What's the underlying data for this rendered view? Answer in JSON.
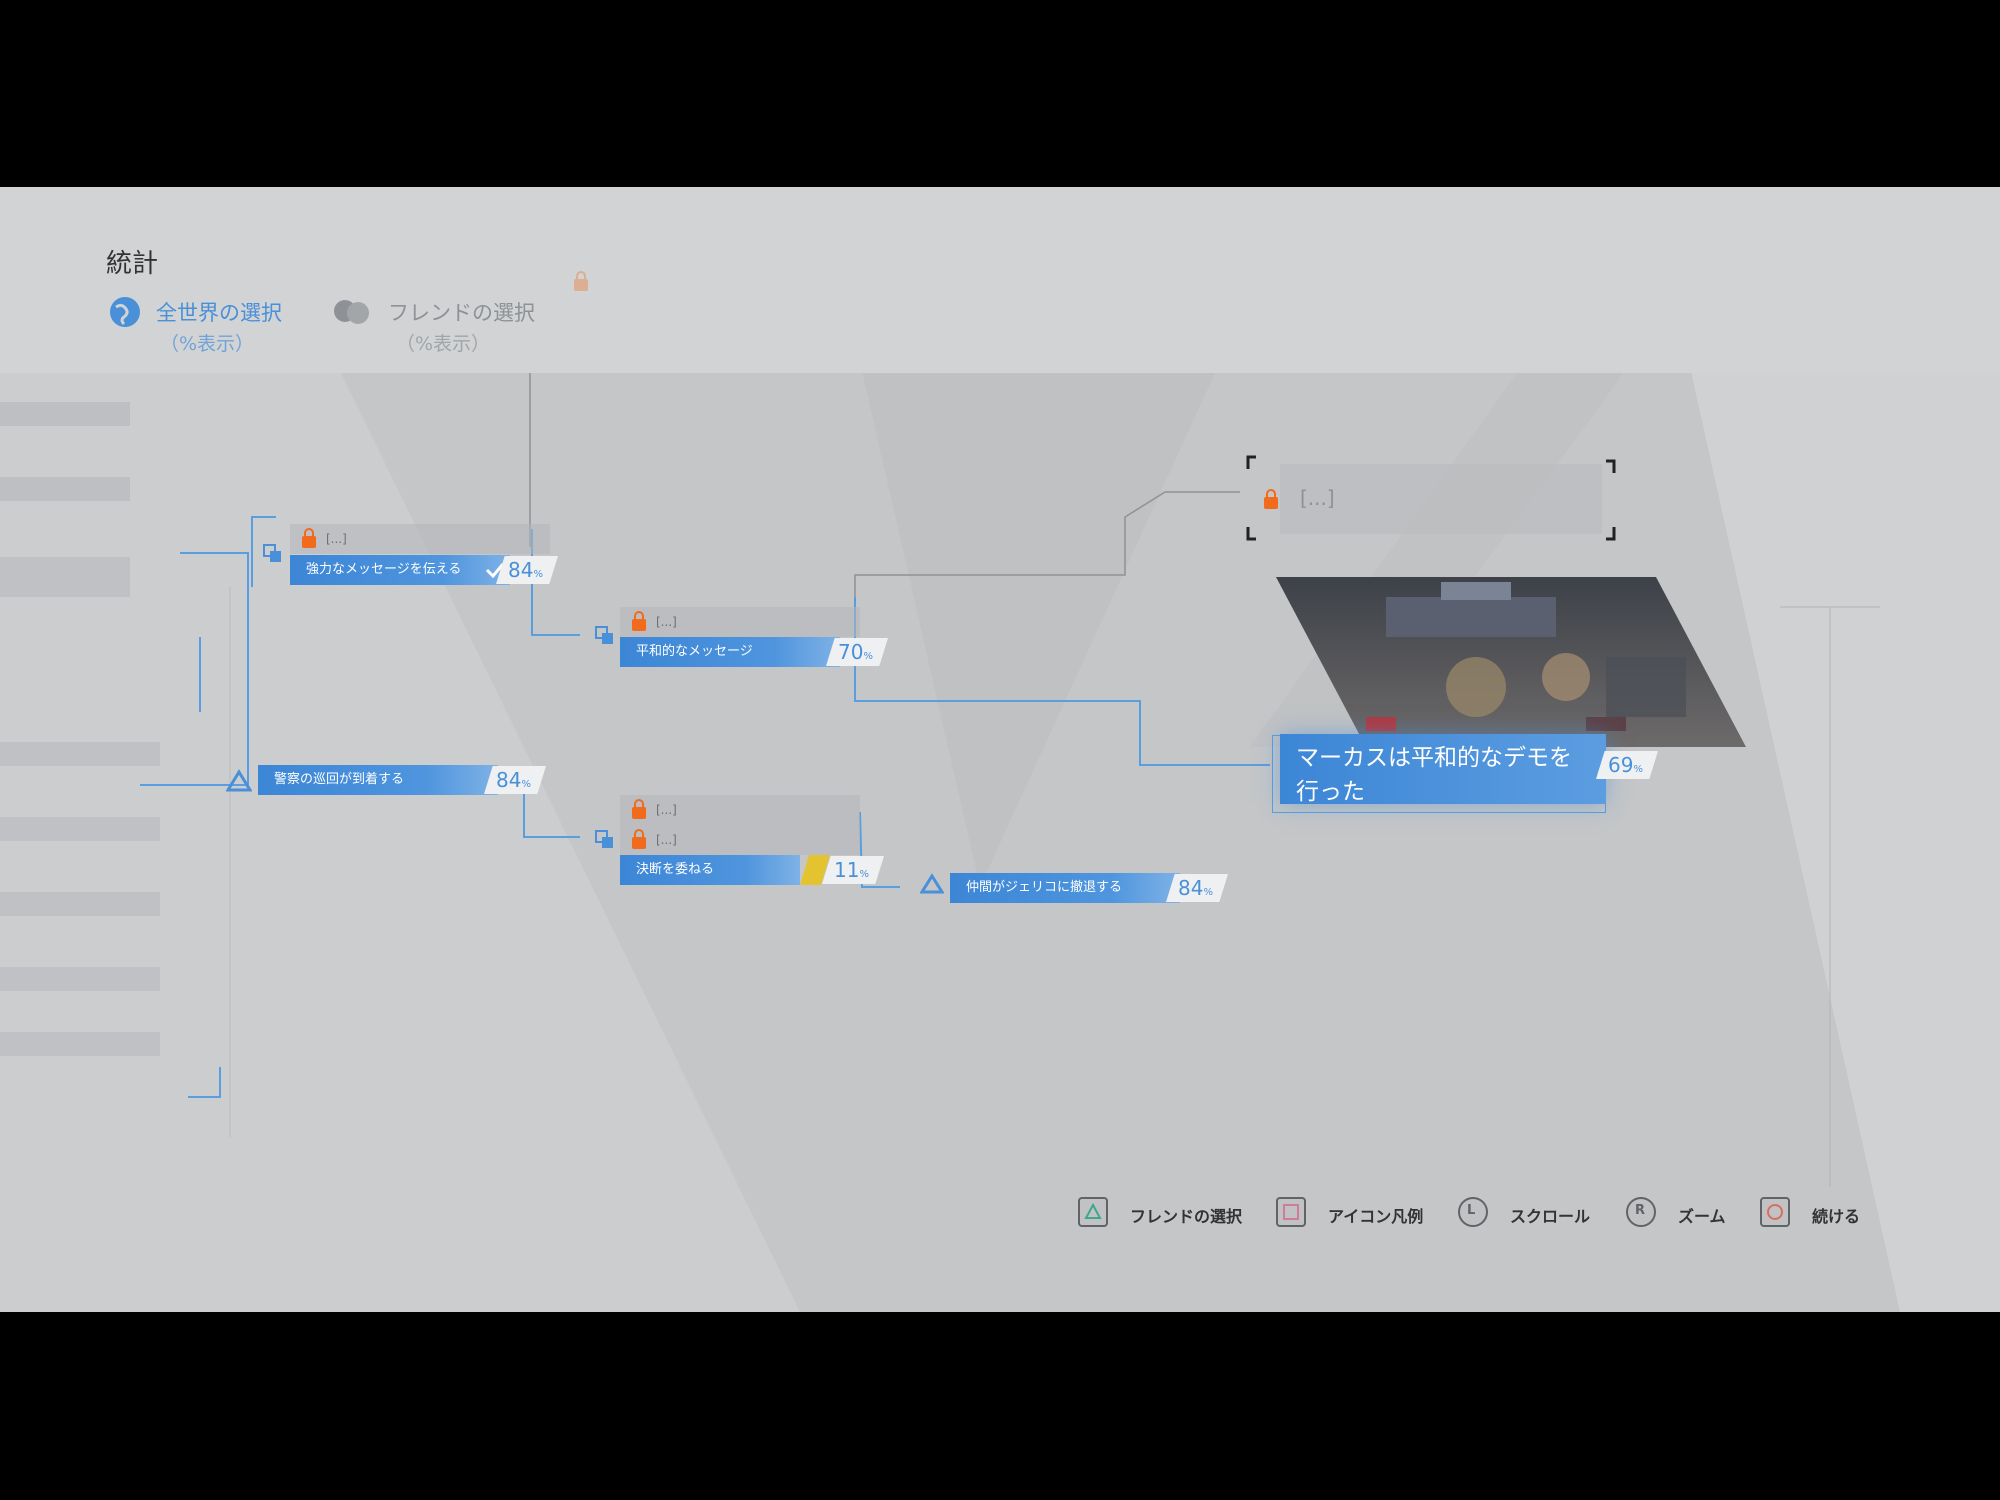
{
  "header": {
    "title": "統計",
    "tabs": [
      {
        "label": "全世界の選択",
        "sub": "（%表示）",
        "active": true,
        "icon": "globe-icon"
      },
      {
        "label": "フレンドの選択",
        "sub": "（%表示）",
        "active": false,
        "icon": "friends-icon"
      }
    ]
  },
  "nodes": {
    "locked_text": "[...]",
    "strong_message": {
      "label": "強力なメッセージを伝える",
      "percent": "84"
    },
    "peaceful_message": {
      "label": "平和的なメッセージ",
      "percent": "70"
    },
    "police_patrol": {
      "label": "警察の巡回が到着する",
      "percent": "84"
    },
    "entrust_decision": {
      "label": "決断を委ねる",
      "percent": "11"
    },
    "jericho_escape": {
      "label": "仲間がジェリコに撤退する",
      "percent": "84"
    },
    "marcus_demo": {
      "label_line1": "マーカスは平和的なデモを",
      "label_line2": "行った",
      "percent": "69"
    },
    "percent_unit": "%"
  },
  "controls": [
    {
      "label": "フレンドの選択",
      "icon": "triangle-button-icon"
    },
    {
      "label": "アイコン凡例",
      "icon": "square-button-icon"
    },
    {
      "label": "スクロール",
      "icon": "l-stick-icon",
      "glyph": "L"
    },
    {
      "label": "ズーム",
      "icon": "r-stick-icon",
      "glyph": "R"
    },
    {
      "label": "続ける",
      "icon": "circle-button-icon"
    }
  ],
  "colors": {
    "accent_blue": "#4a90d9",
    "lock_orange": "#f26a1b",
    "bg": "#c4c6c8"
  }
}
